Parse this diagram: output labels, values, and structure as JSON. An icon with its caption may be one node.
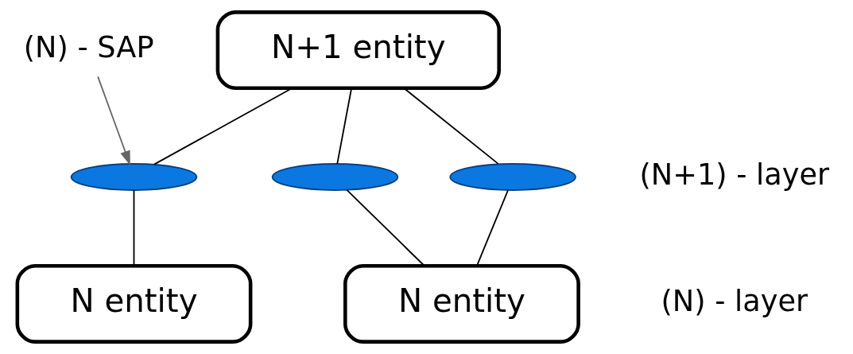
{
  "diagram": {
    "nodes": [
      {
        "text": [
          "N+1 entity"
        ]
      },
      {
        "text": [],
        "shape": "ellipse"
      },
      {
        "text": [],
        "shape": "ellipse"
      },
      {
        "text": [],
        "shape": "ellipse"
      },
      {
        "text": [
          "N entity"
        ]
      },
      {
        "text": [
          "N entity"
        ]
      },
      {
        "text": [
          "(N) - SAP"
        ]
      }
    ],
    "edges": [
      {
        "from": 0,
        "to": 1,
        "arrow": "none"
      },
      {
        "from": 0,
        "to": 2,
        "arrow": "none"
      },
      {
        "from": 0,
        "to": 3,
        "arrow": "none"
      },
      {
        "from": 1,
        "to": 4,
        "arrow": "none"
      },
      {
        "from": 2,
        "to": 5,
        "arrow": "none"
      },
      {
        "from": 3,
        "to": 5,
        "arrow": "none"
      },
      {
        "from": 6,
        "to": 1,
        "arrow": "to",
        "color": "#666666"
      }
    ],
    "labels": [
      "(N+1) - layer",
      "(N) - layer"
    ]
  }
}
